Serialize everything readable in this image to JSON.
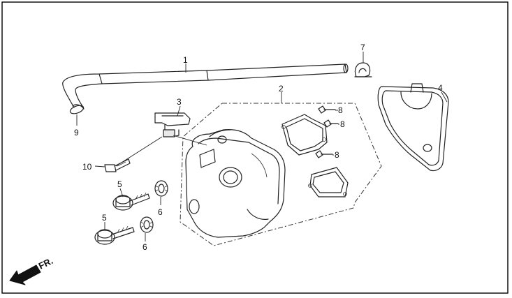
{
  "callouts": {
    "c1": "1",
    "c2": "2",
    "c3": "3",
    "c4": "4",
    "c5a": "5",
    "c5b": "5",
    "c6a": "6",
    "c6b": "6",
    "c7": "7",
    "c8a": "8",
    "c8b": "8",
    "c8c": "8",
    "c9": "9",
    "c10": "10"
  },
  "direction": {
    "label": "FR.",
    "icon": "front-direction-arrow-icon"
  }
}
